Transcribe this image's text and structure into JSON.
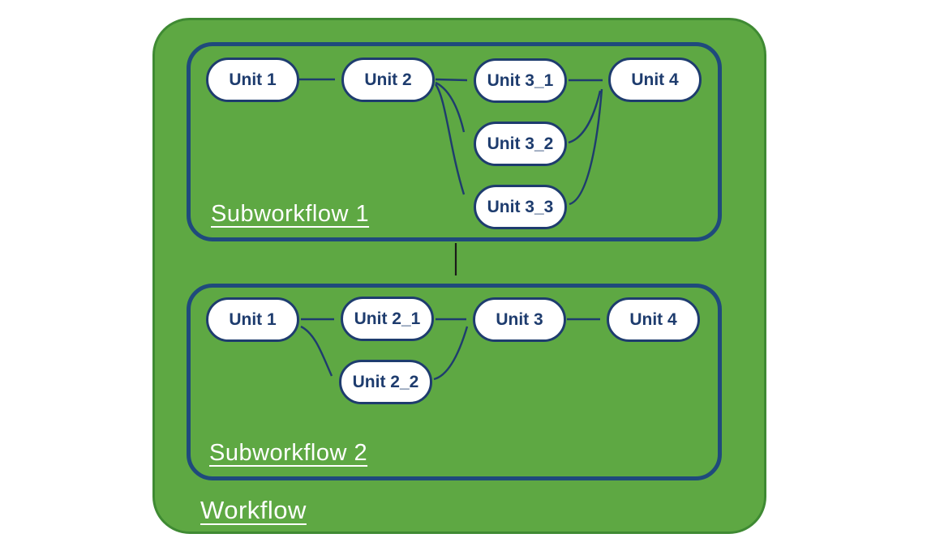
{
  "workflow": {
    "label": "Workflow",
    "subworkflows": [
      {
        "label": "Subworkflow 1",
        "units": [
          {
            "label": "Unit 1"
          },
          {
            "label": "Unit 2"
          },
          {
            "label": "Unit 3_1"
          },
          {
            "label": "Unit 3_2"
          },
          {
            "label": "Unit 3_3"
          },
          {
            "label": "Unit 4"
          }
        ],
        "edges": [
          {
            "from": "Unit 1",
            "to": "Unit 2"
          },
          {
            "from": "Unit 2",
            "to": "Unit 3_1"
          },
          {
            "from": "Unit 2",
            "to": "Unit 3_2"
          },
          {
            "from": "Unit 2",
            "to": "Unit 3_3"
          },
          {
            "from": "Unit 3_1",
            "to": "Unit 4"
          },
          {
            "from": "Unit 3_2",
            "to": "Unit 4"
          },
          {
            "from": "Unit 3_3",
            "to": "Unit 4"
          }
        ]
      },
      {
        "label": "Subworkflow 2",
        "units": [
          {
            "label": "Unit 1"
          },
          {
            "label": "Unit 2_1"
          },
          {
            "label": "Unit 2_2"
          },
          {
            "label": "Unit 3"
          },
          {
            "label": "Unit 4"
          }
        ],
        "edges": [
          {
            "from": "Unit 1",
            "to": "Unit 2_1"
          },
          {
            "from": "Unit 1",
            "to": "Unit 2_2"
          },
          {
            "from": "Unit 2_1",
            "to": "Unit 3"
          },
          {
            "from": "Unit 2_2",
            "to": "Unit 3"
          },
          {
            "from": "Unit 3",
            "to": "Unit 4"
          }
        ]
      }
    ],
    "connector": {
      "from": "Subworkflow 1",
      "to": "Subworkflow 2"
    },
    "colors": {
      "canvas_green": "#5EA843",
      "workflow_border_green": "#3F8A33",
      "node_border_navy": "#1E3C6E",
      "container_border_blue": "#1F4A7C",
      "node_fill": "#FFFFFF",
      "label_text": "#FFFFFF",
      "connector_black": "#1A1A1A"
    }
  }
}
